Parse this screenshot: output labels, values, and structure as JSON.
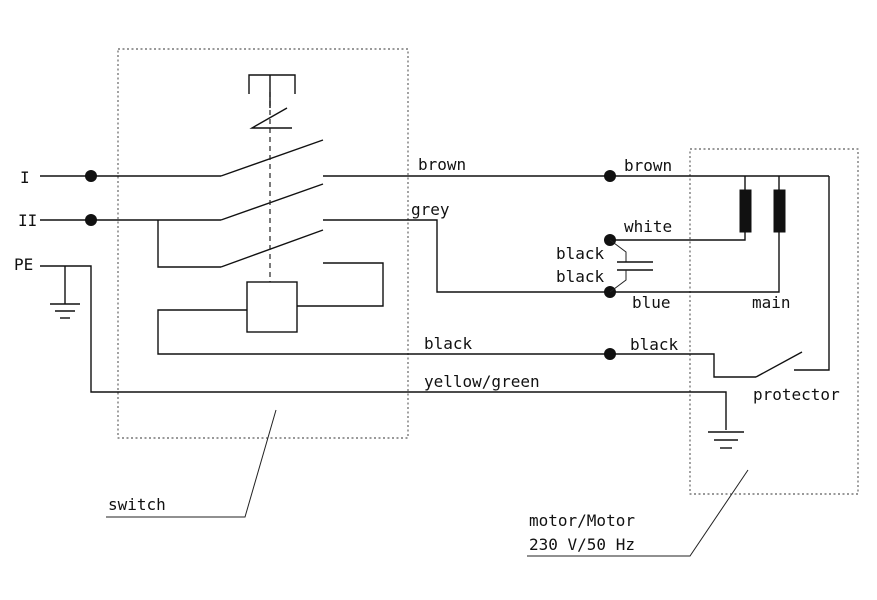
{
  "terminals": {
    "line1": "I",
    "line2": "II",
    "earth": "PE"
  },
  "wires": {
    "brown_left": "brown",
    "brown_right": "brown",
    "grey": "grey",
    "white": "white",
    "black_cap_top": "black",
    "black_cap_bottom": "black",
    "blue": "blue",
    "main": "main",
    "black_left": "black",
    "black_right": "black",
    "yellow_green": "yellow/green",
    "protector": "protector"
  },
  "callouts": {
    "switch": "switch",
    "motor_line1": "motor/Motor",
    "motor_line2": "230 V/50 Hz"
  }
}
